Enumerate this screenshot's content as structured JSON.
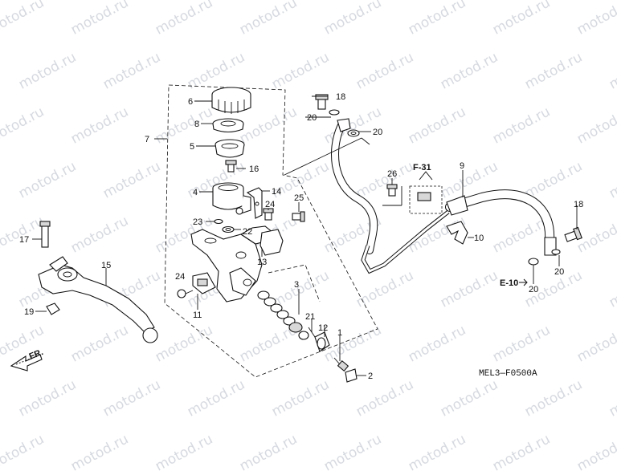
{
  "diagram": {
    "watermark_text": "motod.ru",
    "drawing_code": "MEL3—F0500A",
    "fr_label": "FR.",
    "ref_f31": "F-31",
    "ref_e10": "E-10",
    "callouts": {
      "c1": "1",
      "c2": "2",
      "c3": "3",
      "c4": "4",
      "c5": "5",
      "c6": "6",
      "c7": "7",
      "c8": "8",
      "c9": "9",
      "c10": "10",
      "c11": "11",
      "c12": "12",
      "c13": "13",
      "c14": "14",
      "c15": "15",
      "c16": "16",
      "c17": "17",
      "c18a": "18",
      "c18b": "18",
      "c19": "19",
      "c20a": "20",
      "c20b": "20",
      "c20c": "20",
      "c20d": "20",
      "c21": "21",
      "c22": "22",
      "c23": "23",
      "c24a": "24",
      "c24b": "24",
      "c25": "25",
      "c26": "26"
    }
  }
}
